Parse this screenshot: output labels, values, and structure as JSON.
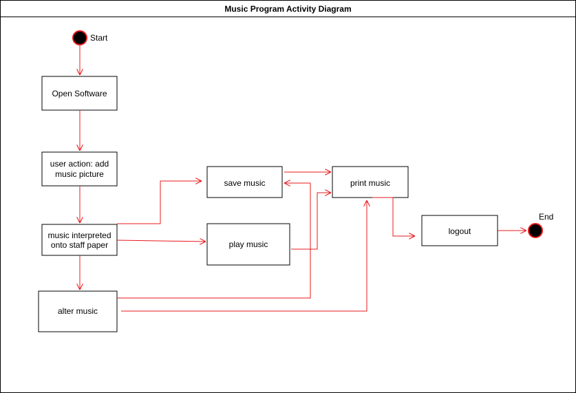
{
  "diagram": {
    "title": "Music Program Activity Diagram",
    "start_label": "Start",
    "end_label": "End",
    "nodes": {
      "open_software": "Open Software",
      "user_action_line1": "user action: add",
      "user_action_line2": "music picture",
      "interpreted_line1": "music interpreted",
      "interpreted_line2": "onto staff paper",
      "alter_music": "alter music",
      "save_music": "save music",
      "play_music": "play music",
      "print_music": "print music",
      "logout": "logout"
    },
    "colors": {
      "edge": "#e8181b",
      "terminal_fill": "#000000",
      "node_border": "#000000"
    }
  }
}
